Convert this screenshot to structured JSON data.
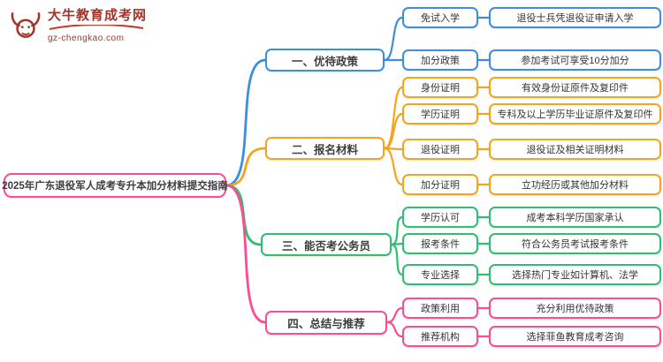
{
  "logo": {
    "title": "大牛教育成考网",
    "url": "gz-chengkao.com"
  },
  "root": {
    "label": "2025年广东退役军人成考专升本加分材料提交指南",
    "color": "#fb4d8f"
  },
  "branches": [
    {
      "label": "一、优待政策",
      "color": "#3e8ede",
      "children": [
        {
          "label": "免试入学",
          "desc": "退役士兵凭退役证申请入学"
        },
        {
          "label": "加分政策",
          "desc": "参加考试可享受10分加分"
        }
      ]
    },
    {
      "label": "二、报名材料",
      "color": "#f5a51d",
      "children": [
        {
          "label": "身份证明",
          "desc": "有效身份证原件及复印件"
        },
        {
          "label": "学历证明",
          "desc": "专科及以上学历毕业证原件及复印件"
        },
        {
          "label": "退役证明",
          "desc": "退役证及相关证明材料"
        },
        {
          "label": "加分证明",
          "desc": "立功经历或其他加分材料"
        }
      ]
    },
    {
      "label": "三、能否考公务员",
      "color": "#2fbf71",
      "children": [
        {
          "label": "学历认可",
          "desc": "成考本科学历国家承认"
        },
        {
          "label": "报考条件",
          "desc": "符合公务员考试报考条件"
        },
        {
          "label": "专业选择",
          "desc": "选择热门专业如计算机、法学"
        }
      ]
    },
    {
      "label": "四、总结与推荐",
      "color": "#fb4d8f",
      "children": [
        {
          "label": "政策利用",
          "desc": "充分利用优待政策"
        },
        {
          "label": "推荐机构",
          "desc": "选择菲鱼教育成考咨询"
        }
      ]
    }
  ]
}
